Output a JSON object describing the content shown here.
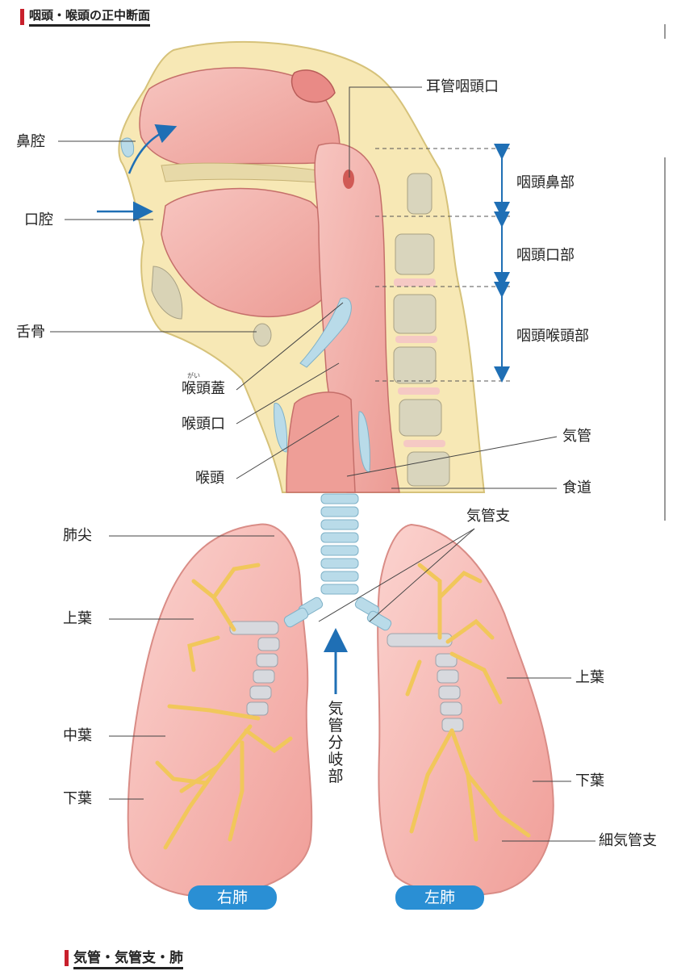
{
  "titles": {
    "top": "咽頭・喉頭の正中断面",
    "bottom": "気管・気管支・肺"
  },
  "head_labels": {
    "nasal_cavity": "鼻腔",
    "oral_cavity": "口腔",
    "hyoid": "舌骨",
    "epiglottis": "喉頭蓋",
    "epiglottis_ruby": "がい",
    "laryngeal_inlet": "喉頭口",
    "larynx": "喉頭",
    "eustachian_opening": "耳管咽頭口",
    "nasopharynx": "咽頭鼻部",
    "oropharynx": "咽頭口部",
    "laryngopharynx": "咽頭喉頭部",
    "trachea": "気管",
    "esophagus": "食道"
  },
  "lung_labels": {
    "apex": "肺尖",
    "right_upper": "上葉",
    "right_middle": "中葉",
    "right_lower": "下葉",
    "bronchi": "気管支",
    "left_upper": "上葉",
    "left_lower": "下葉",
    "bronchiole": "細気管支",
    "bifurcation": "気管分岐部",
    "right_lung": "右肺",
    "left_lung": "左肺"
  },
  "colors": {
    "accent_red": "#c8202c",
    "arrow_blue": "#1f6fb5",
    "pill_blue": "#2a8fd4",
    "tissue_pink": "#f2a9a3",
    "bronchi_yellow": "#f1c75b"
  }
}
